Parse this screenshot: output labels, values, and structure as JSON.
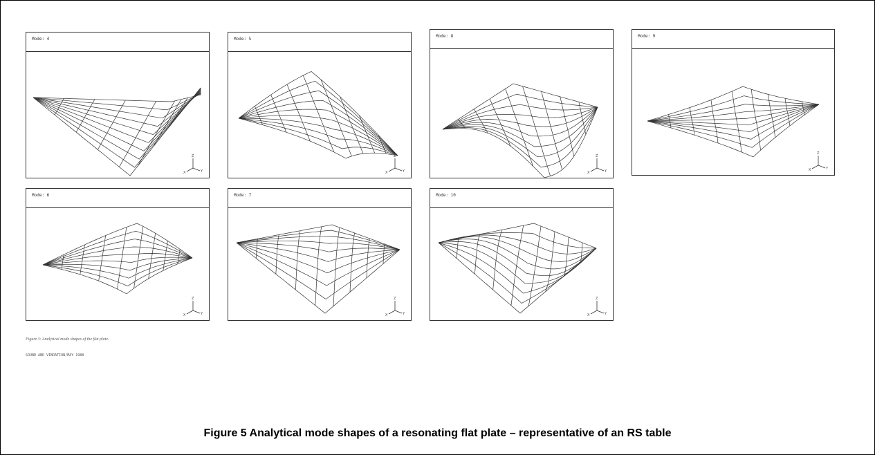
{
  "panels": [
    {
      "title": "Mode: 4"
    },
    {
      "title": "Mode: 5"
    },
    {
      "title": "Mode: 8"
    },
    {
      "title": "Mode: 9"
    },
    {
      "title": "Mode: 6"
    },
    {
      "title": "Mode: 7"
    },
    {
      "title": "Mode: 10"
    }
  ],
  "axis_labels": {
    "z": "Z",
    "x": "X",
    "y": "Y"
  },
  "source_caption": "Figure 3: Analytical mode shapes of the flat plate.",
  "source_line": "SOUND AND VIBRATION/MAY 1988",
  "caption": "Figure 5 Analytical mode shapes of a resonating flat plate – representative of an RS table",
  "colors": {
    "line": "#333333",
    "text": "#000000"
  }
}
